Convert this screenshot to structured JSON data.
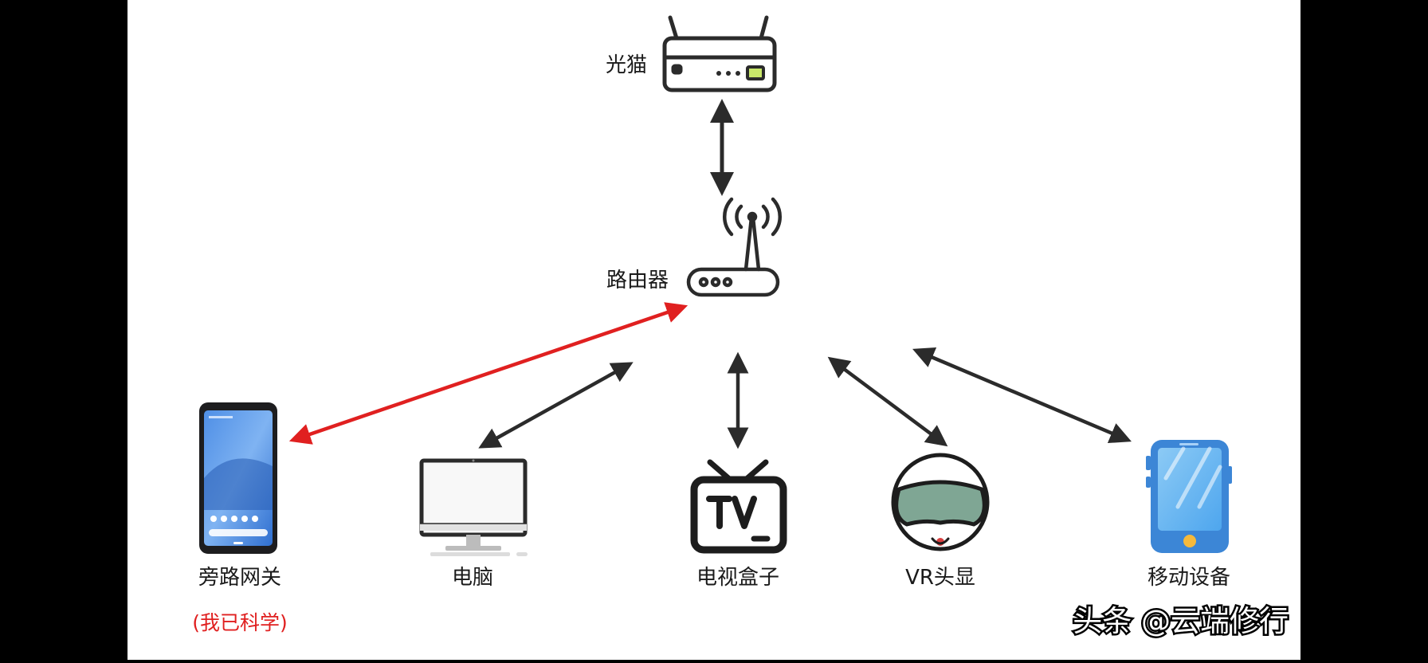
{
  "nodes": {
    "modem": {
      "label": "光猫"
    },
    "router": {
      "label": "路由器"
    },
    "bypass_gateway": {
      "label": "旁路网关",
      "note": "(我已科学)"
    },
    "computer": {
      "label": "电脑"
    },
    "tv_box": {
      "label": "电视盒子"
    },
    "vr_headset": {
      "label": "VR头显"
    },
    "mobile_device": {
      "label": "移动设备"
    }
  },
  "watermark": {
    "text": "头条 @云端修行"
  },
  "colors": {
    "canvas": "#ffffff",
    "outer": "#000000",
    "ink": "#2b2b2b",
    "highlight": "#e02020",
    "modem_led": "#c9e86a"
  }
}
